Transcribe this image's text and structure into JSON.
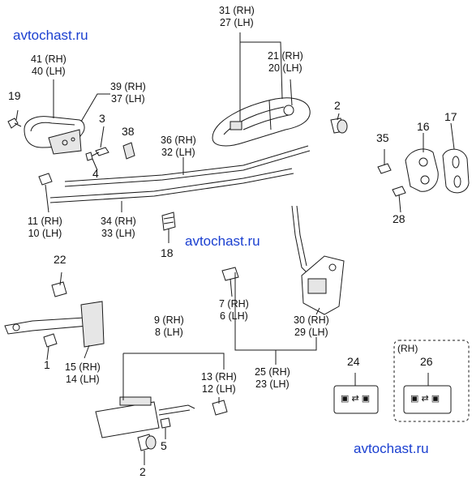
{
  "watermark": "avtochast.ru",
  "colors": {
    "line": "#1a1a1a",
    "watermark": "#1a3fd0",
    "part_fill": "#ffffff",
    "part_shade": "#bdbdbd"
  },
  "callouts": {
    "c1": "1",
    "c2a": "2",
    "c2b": "2",
    "c3": "3",
    "c4": "4",
    "c5": "5",
    "c16": "16",
    "c17": "17",
    "c18": "18",
    "c19": "19",
    "c22": "22",
    "c24": "24",
    "c26": "26",
    "c28": "28",
    "c35": "35",
    "c38": "38"
  },
  "pairs": {
    "p41_40": [
      "41 (RH)",
      "40 (LH)"
    ],
    "p39_37": [
      "39 (RH)",
      "37 (LH)"
    ],
    "p31_27": [
      "31 (RH)",
      "27 (LH)"
    ],
    "p21_20": [
      "21 (RH)",
      "20 (LH)"
    ],
    "p36_32": [
      "36 (RH)",
      "32 (LH)"
    ],
    "p11_10": [
      "11 (RH)",
      "10 (LH)"
    ],
    "p34_33": [
      "34 (RH)",
      "33 (LH)"
    ],
    "p7_6": [
      "7 (RH)",
      "6 (LH)"
    ],
    "p30_29": [
      "30 (RH)",
      "29 (LH)"
    ],
    "p9_8": [
      "9 (RH)",
      "8 (LH)"
    ],
    "p15_14": [
      "15 (RH)",
      "14 (LH)"
    ],
    "p13_12": [
      "13 (RH)",
      "12 (LH)"
    ],
    "p25_23": [
      "25 (RH)",
      "23 (LH)"
    ]
  },
  "rh_box_label": "(RH)"
}
